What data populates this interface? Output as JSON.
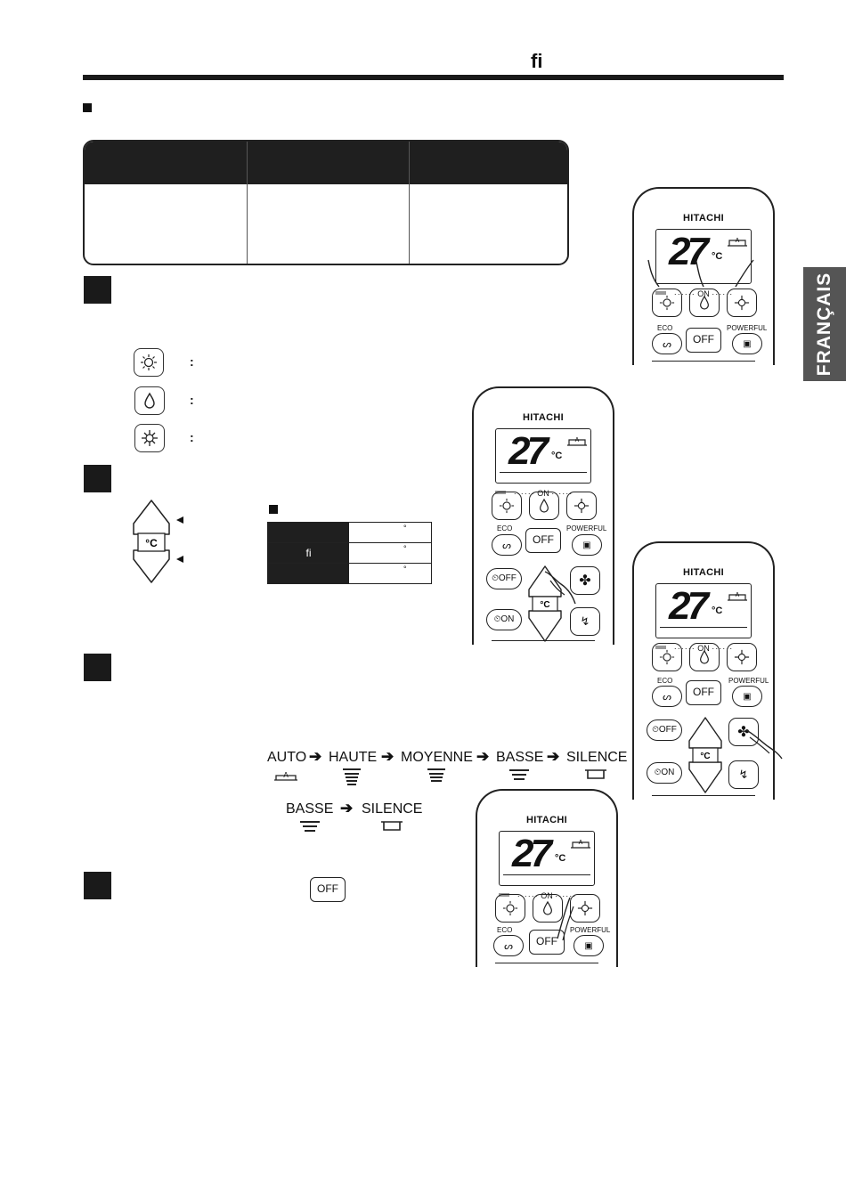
{
  "header": {
    "title": "fi"
  },
  "language_tab": "FRANÇAIS",
  "steps": [
    "",
    "",
    "",
    ""
  ],
  "mode_rows": [
    {
      "icon": "heat-icon",
      "separator": ":"
    },
    {
      "icon": "dehumidify-icon",
      "separator": ":"
    },
    {
      "icon": "cool-icon",
      "separator": ":"
    }
  ],
  "temp_table": {
    "rows": [
      {
        "label": "",
        "degree": "°"
      },
      {
        "label": "fi",
        "degree": "°"
      },
      {
        "label": "",
        "degree": "°"
      }
    ]
  },
  "fan_speeds": {
    "sequence": [
      "AUTO",
      "HAUTE",
      "MOYENNE",
      "BASSE",
      "SILENCE"
    ],
    "sequence_short": [
      "BASSE",
      "SILENCE"
    ]
  },
  "remote": {
    "brand": "HITACHI",
    "temperature": "27",
    "unit": "°C",
    "fan_auto_label": "A",
    "on_label": "ON",
    "eco_label": "ECO",
    "off_label": "OFF",
    "powerful_label": "POWERFUL",
    "timer_off_label": "OFF",
    "timer_on_label": "ON"
  },
  "off_button_label": "OFF"
}
